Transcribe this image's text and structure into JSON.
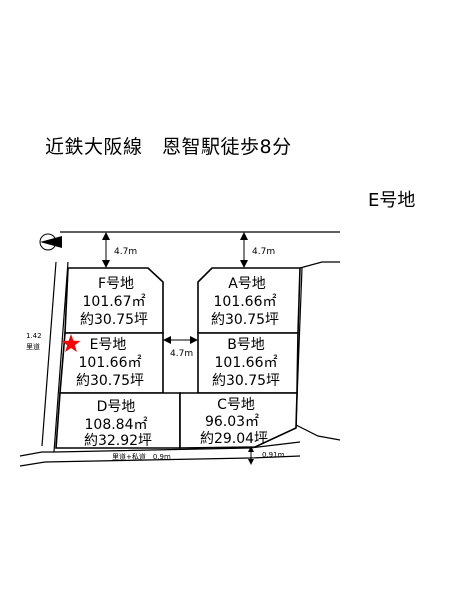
{
  "header": {
    "title": "近鉄大阪線　恩智駅徒歩8分",
    "lot_label": "E号地"
  },
  "lots": [
    {
      "id": "F",
      "name": "F号地",
      "area": "101.67㎡",
      "tsubo": "約30.75坪"
    },
    {
      "id": "A",
      "name": "A号地",
      "area": "101.66㎡",
      "tsubo": "約30.75坪"
    },
    {
      "id": "E",
      "name": "E号地",
      "area": "101.66㎡",
      "tsubo": "約30.75坪"
    },
    {
      "id": "B",
      "name": "B号地",
      "area": "101.66㎡",
      "tsubo": "約30.75坪"
    },
    {
      "id": "D",
      "name": "D号地",
      "area": "108.84㎡",
      "tsubo": "約32.92坪"
    },
    {
      "id": "C",
      "name": "C号地",
      "area": "96.03㎡",
      "tsubo": "約29.04坪"
    }
  ],
  "dimensions": {
    "road_top_left": "4.7m",
    "road_top_right": "4.7m",
    "road_middle": "4.7m",
    "side_road_width": "1.42",
    "side_road_label": "里道",
    "bottom_road": "里道+私道　0.9m",
    "bottom_right": "0.91m"
  },
  "highlight": {
    "lot": "E",
    "marker_color": "#ff0000"
  }
}
